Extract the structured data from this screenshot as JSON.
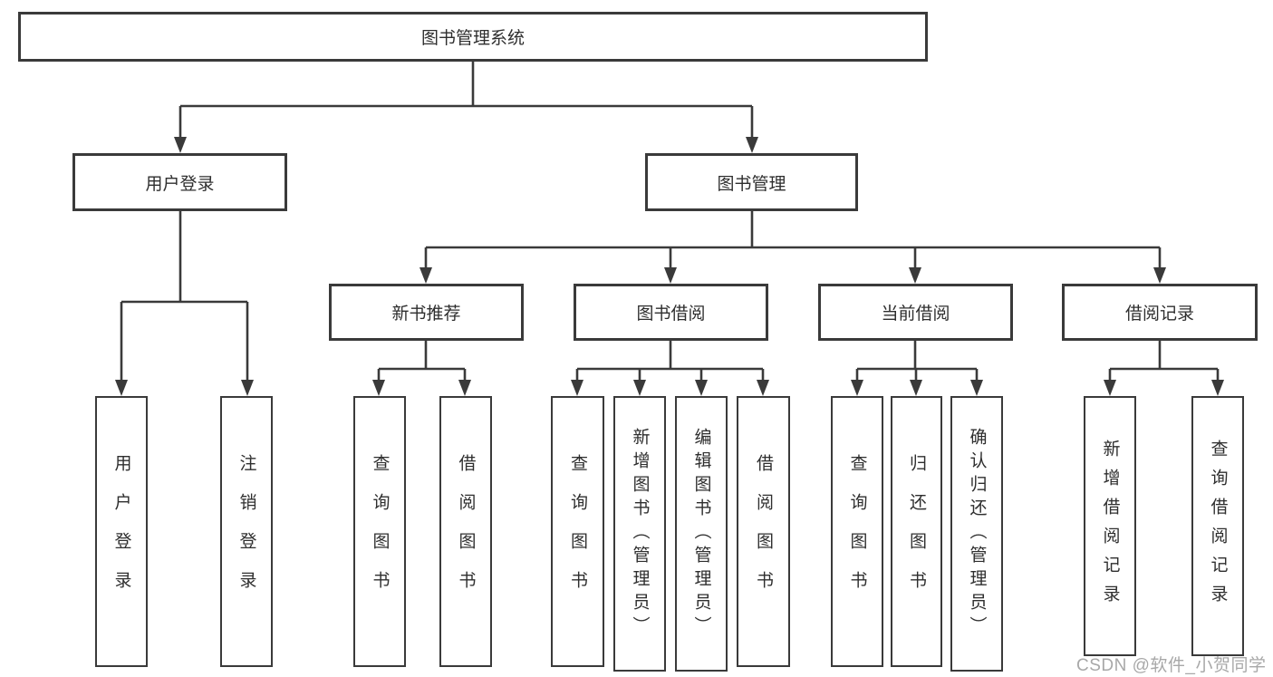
{
  "tree": {
    "label": "图书管理系统",
    "children": [
      {
        "label": "用户登录",
        "children": [
          {
            "label": "用户登录"
          },
          {
            "label": "注销登录"
          }
        ]
      },
      {
        "label": "图书管理",
        "children": [
          {
            "label": "新书推荐",
            "children": [
              {
                "label": "查询图书"
              },
              {
                "label": "借阅图书"
              }
            ]
          },
          {
            "label": "图书借阅",
            "children": [
              {
                "label": "查询图书"
              },
              {
                "label": "新增图书（管理员）"
              },
              {
                "label": "编辑图书（管理员）"
              },
              {
                "label": "借阅图书"
              }
            ]
          },
          {
            "label": "当前借阅",
            "children": [
              {
                "label": "查询图书"
              },
              {
                "label": "归还图书"
              },
              {
                "label": "确认归还（管理员）"
              }
            ]
          },
          {
            "label": "借阅记录",
            "children": [
              {
                "label": "新增借阅记录"
              },
              {
                "label": "查询借阅记录"
              }
            ]
          }
        ]
      }
    ]
  },
  "watermark": {
    "text": "CSDN @软件_小贺同学"
  },
  "colors": {
    "line": "#3a3a3a",
    "text": "#2e2e2e",
    "watermark": "#a8a8a8",
    "background": "#ffffff"
  }
}
